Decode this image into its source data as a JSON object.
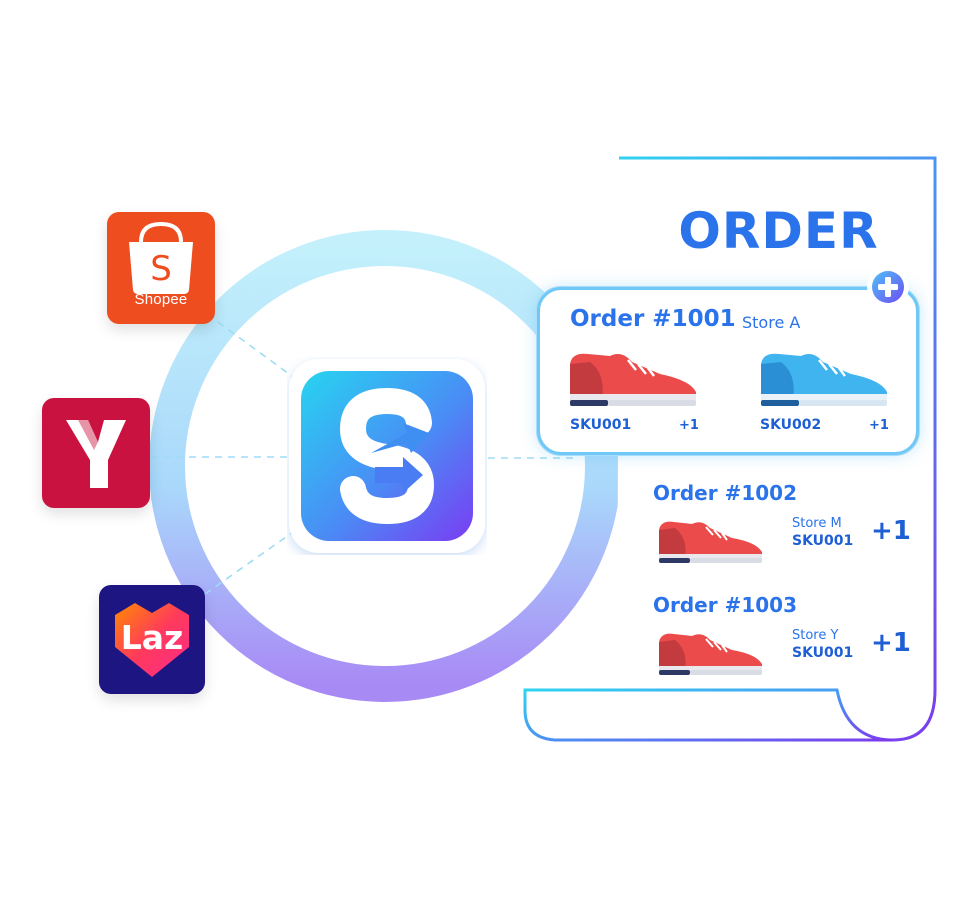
{
  "apps": [
    {
      "name": "Shopee",
      "label": "Shopee",
      "color": "#ee4d1f"
    },
    {
      "name": "Yahoo",
      "color": "#c9123f"
    },
    {
      "name": "Lazada",
      "label": "Laz",
      "color": "#1c1582"
    }
  ],
  "hub": {
    "icon": "sync-s-logo",
    "gradient": [
      "#27d4f0",
      "#7a3cf2"
    ]
  },
  "order_sheet": {
    "title": "ORDER",
    "featured_order": {
      "number": "Order #1001",
      "store": "Store A",
      "items": [
        {
          "sku": "SKU001",
          "qty": "+1",
          "shoe_color": "#ec4b4b"
        },
        {
          "sku": "SKU002",
          "qty": "+1",
          "shoe_color": "#3fb4ee"
        }
      ]
    },
    "orders": [
      {
        "number": "Order #1002",
        "store": "Store M",
        "sku": "SKU001",
        "qty": "+1"
      },
      {
        "number": "Order #1003",
        "store": "Store Y",
        "sku": "SKU001",
        "qty": "+1"
      }
    ]
  },
  "colors": {
    "accent": "#2a73ea",
    "paper_border_start": "#2fd3f0",
    "paper_border_end": "#7c3aed"
  }
}
